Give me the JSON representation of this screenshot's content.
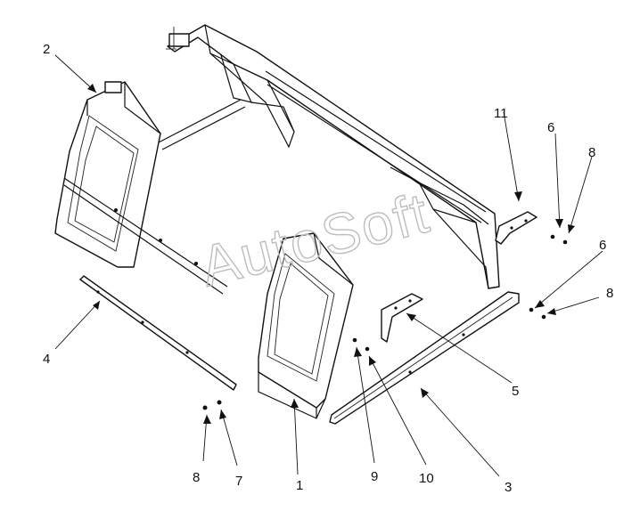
{
  "watermark": "AutoSoft",
  "callouts": {
    "c1": "1",
    "c2": "2",
    "c3": "3",
    "c4": "4",
    "c5": "5",
    "c6a": "6",
    "c6b": "6",
    "c7": "7",
    "c8a": "8",
    "c8b": "8",
    "c8c": "8",
    "c9": "9",
    "c10": "10",
    "c11": "11"
  }
}
